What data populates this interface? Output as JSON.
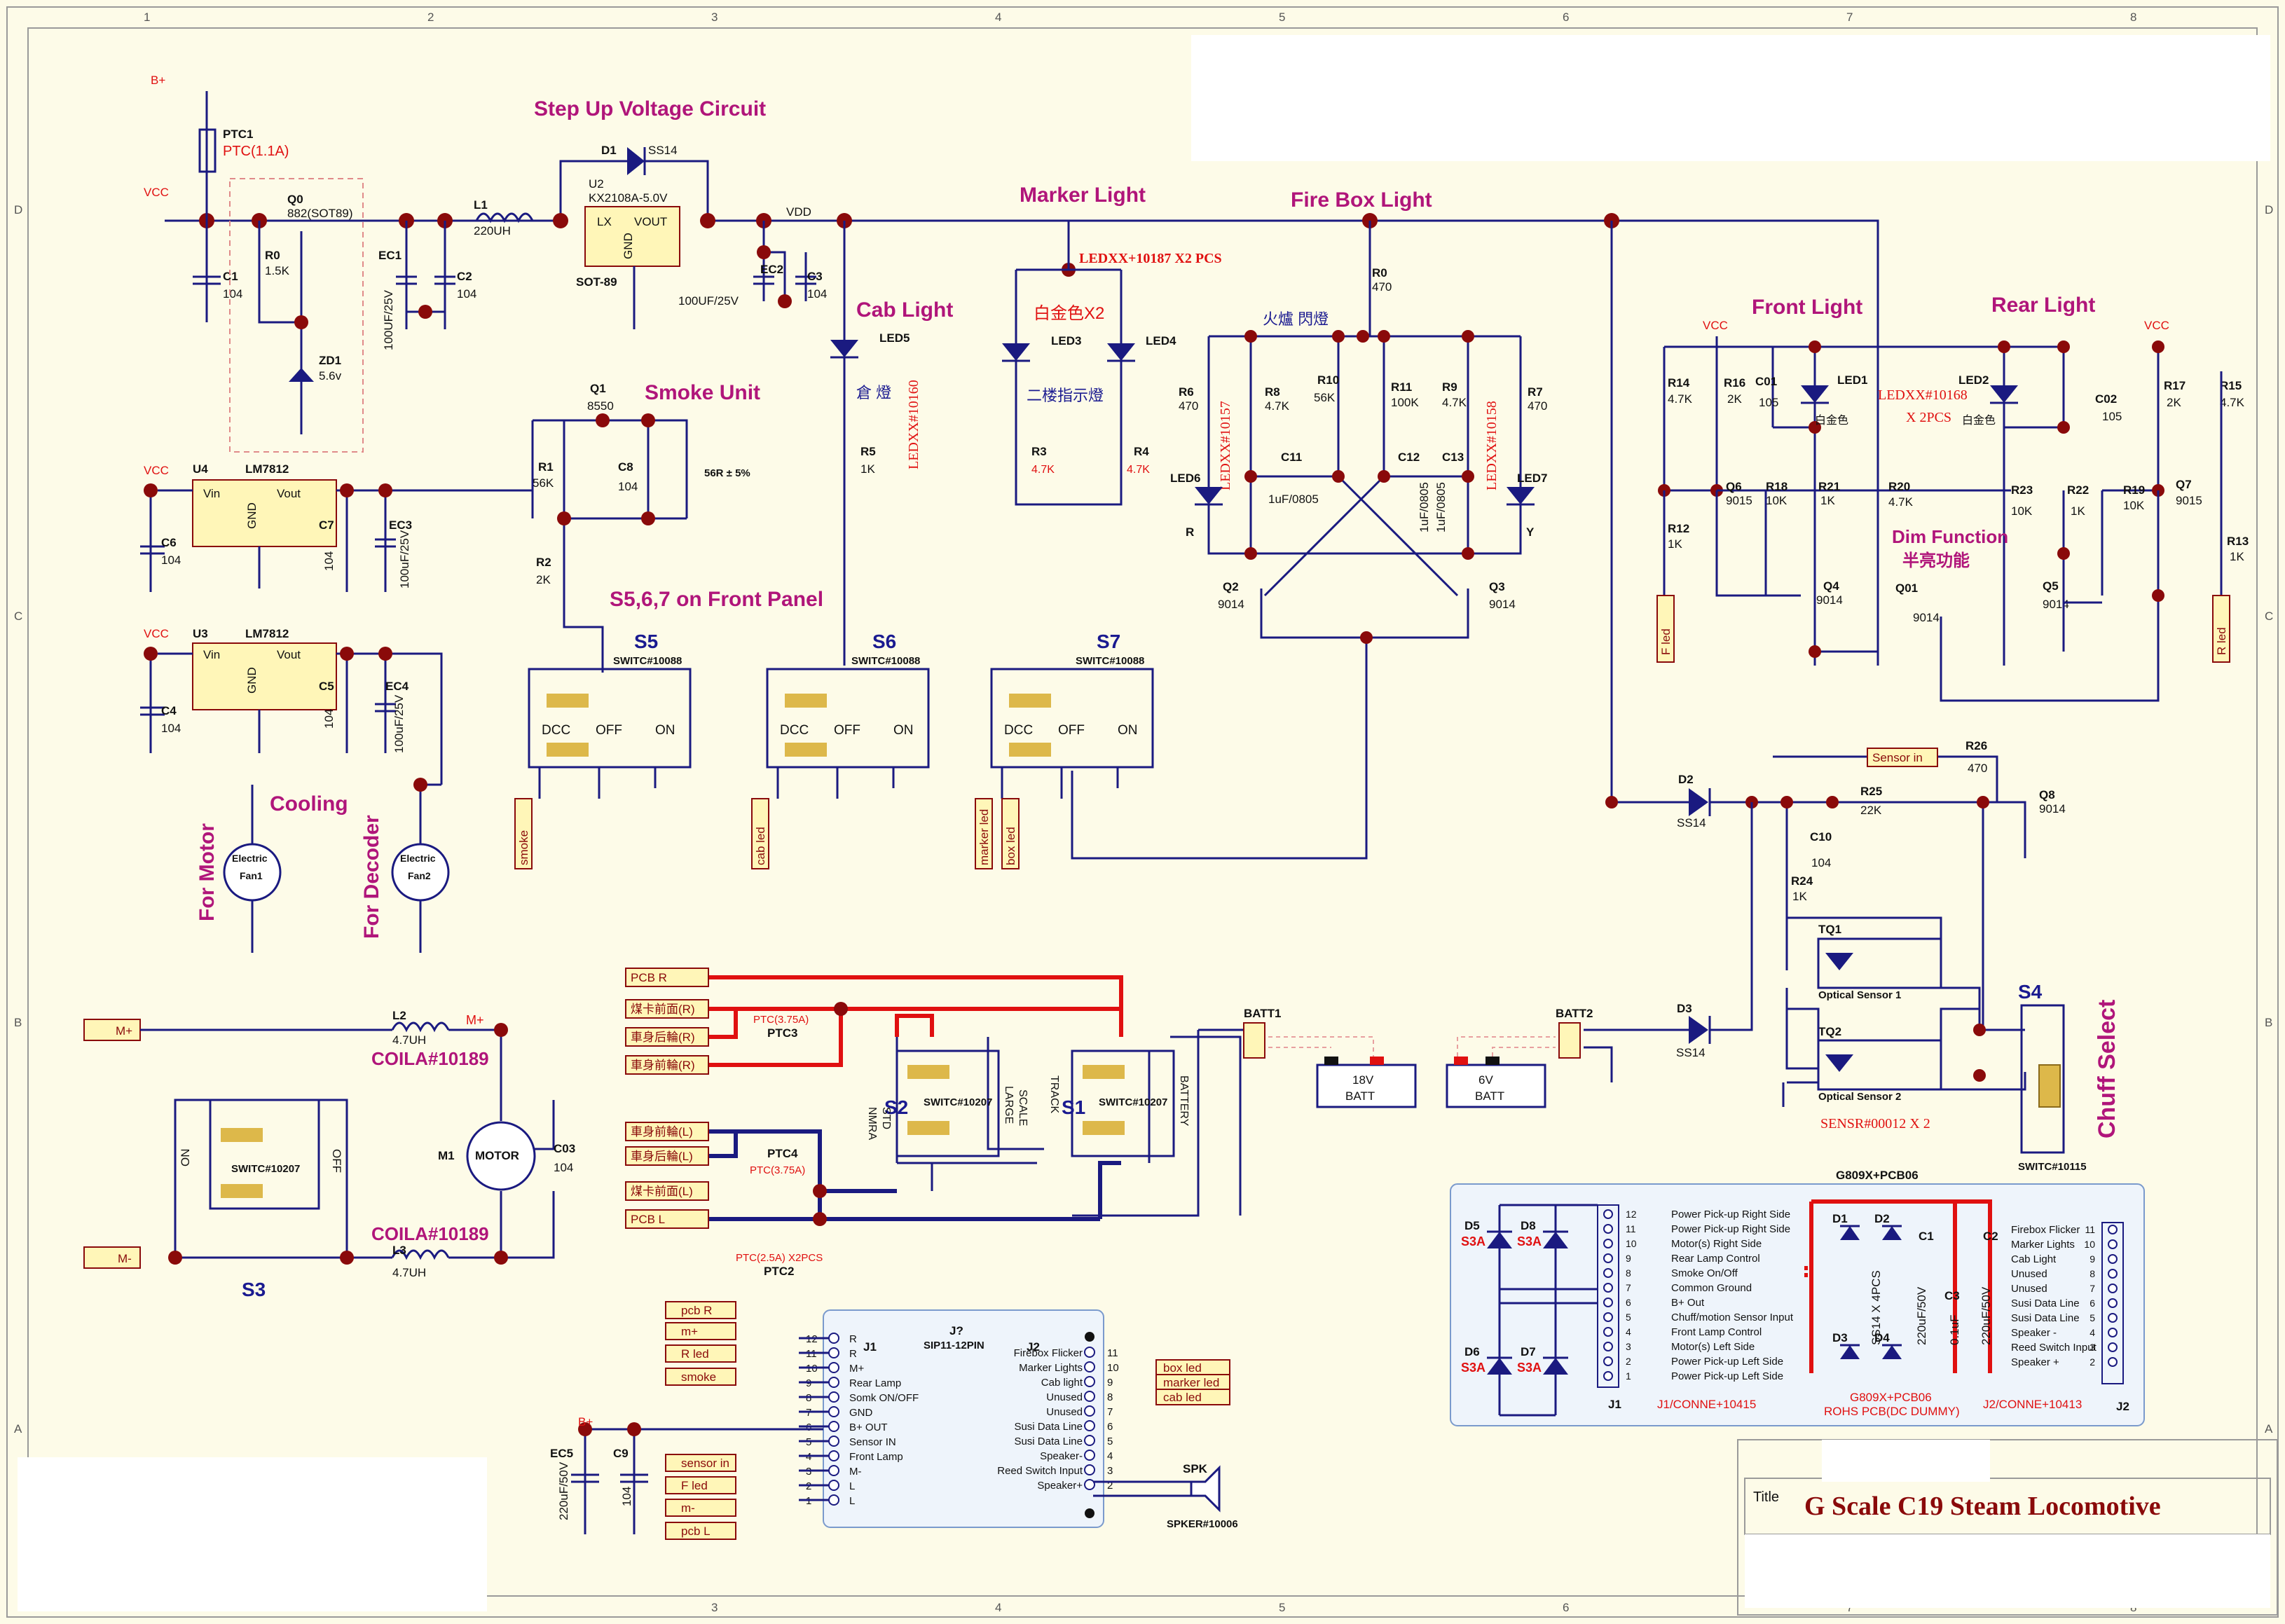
{
  "border": {
    "cols": [
      "1",
      "2",
      "3",
      "4",
      "5",
      "6",
      "7",
      "8"
    ],
    "rows": [
      "D",
      "C",
      "B",
      "A"
    ]
  },
  "sections": {
    "step_up": "Step Up Voltage Circuit",
    "marker": "Marker Light",
    "firebox": "Fire Box Light",
    "cab": "Cab Light",
    "smoke": "Smoke Unit",
    "front": "Front Light",
    "rear": "Rear Light",
    "panel": "S5,6,7 on Front Panel",
    "cooling": "Cooling",
    "for_motor": "For Motor",
    "for_decoder": "For Decoder",
    "dim": "Dim Function",
    "dim_cn": "半亮功能",
    "chuff": "Chuff Select"
  },
  "parts": {
    "bplus": "B+",
    "ptc1": "PTC1",
    "ptc1v": "PTC(1.1A)",
    "vcc": "VCC",
    "q0": "Q0",
    "q0v": "882(SOT89)",
    "r0": "R0",
    "r0v": "1.5K",
    "zd1": "ZD1",
    "zd1v": "5.6v",
    "c1": "C1",
    "c1v": "104",
    "ec1": "EC1",
    "ec1v": "100UF/25V",
    "c2": "C2",
    "c2v": "104",
    "l1": "L1",
    "l1v": "220UH",
    "d1": "D1",
    "d1v": "SS14",
    "u2": "U2",
    "u2v": "KX2108A-5.0V",
    "lx": "LX",
    "vout": "VOUT",
    "gnd": "GND",
    "sot": "SOT-89",
    "vdd": "VDD",
    "ec2": "EC2",
    "ec2v": "100UF/25V",
    "c3": "C3",
    "c3v": "104",
    "led5": "LED5",
    "cab_cn": "倉 燈",
    "r5": "R5",
    "r5v": "1K",
    "cab_part": "LEDXX#10160",
    "marker_part": "LEDXX+10187 X2 PCS",
    "marker_cn": "白金色X2",
    "led3": "LED3",
    "led4": "LED4",
    "marker_cn2": "二楼指示燈",
    "r3": "R3",
    "r3v": "4.7K",
    "r4": "R4",
    "r4v": "4.7K",
    "fire_cn": "火爐 閃燈",
    "rr0": "R0",
    "rr0v": "470",
    "r6": "R6",
    "r6v": "470",
    "r8": "R8",
    "r8v": "4.7K",
    "r10": "R10",
    "r10v": "56K",
    "r11": "R11",
    "r11v": "100K",
    "r9": "R9",
    "r9v": "4.7K",
    "r7": "R7",
    "r7v": "470",
    "fire_part1": "LEDXX#10157",
    "fire_part2": "LEDXX#10158",
    "led6": "LED6",
    "led7": "LED7",
    "c11": "C11",
    "c11v": "1uF/0805",
    "c12": "C12",
    "c13": "C13",
    "c1213v": "1uF/0805",
    "q2": "Q2",
    "q2v": "9014",
    "q3": "Q3",
    "q3v": "9014",
    "ledR": "R",
    "ledY": "Y",
    "u4": "U4",
    "lm7812a": "LM7812",
    "vin": "Vin",
    "vout2": "Vout",
    "c6": "C6",
    "c6v": "104",
    "c7": "C7",
    "c7v": "104",
    "ec3": "EC3",
    "ec3v": "100uF/25V",
    "u3": "U3",
    "lm7812b": "LM7812",
    "c4": "C4",
    "c4v": "104",
    "c5": "C5",
    "c5v": "104",
    "ec4": "EC4",
    "ec4v": "100uF/25V",
    "q1": "Q1",
    "q1v": "8550",
    "r1": "R1",
    "r1v": "56K",
    "c8": "C8",
    "c8v": "104",
    "r56": "56R ± 5%",
    "r2": "R2",
    "r2v": "2K",
    "s5": "S5",
    "s6": "S6",
    "s7": "S7",
    "switc10088": "SWITC#10088",
    "dcc": "DCC",
    "off": "OFF",
    "on": "ON",
    "smoke_tag": "smoke",
    "cab_tag": "cab led",
    "marker_tag": "marker led",
    "box_tag": "box led",
    "fan": "Electric",
    "fan1": "Fan1",
    "fan2": "Fan2",
    "r14": "R14",
    "r14v": "4.7K",
    "r16": "R16",
    "r16v": "2K",
    "c01": "C01",
    "c01v": "105",
    "led1": "LED1",
    "white_cn": "白金色",
    "front_part": "LEDXX#10168",
    "front_qty": "X 2PCS",
    "led2": "LED2",
    "c02": "C02",
    "c02v": "105",
    "r17": "R17",
    "r17v": "2K",
    "r15": "R15",
    "r15v": "4.7K",
    "r12": "R12",
    "r12v": "1K",
    "q6": "Q6",
    "q6v": "9015",
    "r18": "R18",
    "r18v": "10K",
    "r21": "R21",
    "r21v": "1K",
    "r20": "R20",
    "r20v": "4.7K",
    "r23": "R23",
    "r23v": "10K",
    "r22": "R22",
    "r22v": "1K",
    "r19": "R19",
    "r19v": "10K",
    "q7": "Q7",
    "q7v": "9015",
    "r13": "R13",
    "r13v": "1K",
    "q4": "Q4",
    "q4v": "9014",
    "q01": "Q01",
    "q01v": "9014",
    "q5": "Q5",
    "q5v": "9014",
    "fled": "F led",
    "rled": "R led",
    "sensor_in": "Sensor in",
    "r26": "R26",
    "r26v": "470",
    "q8": "Q8",
    "q8v": "9014",
    "d2": "D2",
    "d2v": "SS14",
    "r25": "R25",
    "r25v": "22K",
    "c10": "C10",
    "c10v": "104",
    "r24": "R24",
    "r24v": "1K",
    "tq1": "TQ1",
    "tq2": "TQ2",
    "opt1": "Optical Sensor 1",
    "opt2": "Optical Sensor 2",
    "sensr": "SENSR#00012 X 2",
    "s4": "S4",
    "switc10115": "SWITC#10115",
    "batt1": "BATT1",
    "batt2": "BATT2",
    "b18": "18V",
    "b6": "6V",
    "batt": "BATT",
    "d3": "D3",
    "d3v": "SS14",
    "pcbr": "PCB R",
    "pcbl": "PCB L",
    "r_cn1": "煤卡前面(R)",
    "r_cn2": "車身后輪(R)",
    "r_cn3": "車身前輪(R)",
    "l_cn1": "車身前輪(L)",
    "l_cn2": "車身后輪(L)",
    "l_cn3": "煤卡前面(L)",
    "ptc3": "PTC3",
    "ptc375": "PTC(3.75A)",
    "ptc4": "PTC4",
    "ptc375b": "PTC(3.75A)",
    "ptc2": "PTC2",
    "ptc25": "PTC(2.5A) X2PCS",
    "s2": "S2",
    "s1": "S1",
    "switc10207": "SWITC#10207",
    "nmra": "NMRA",
    "std": "STD",
    "large": "LARGE",
    "scale": "SCALE",
    "track": "TRACK",
    "battery": "BATTERY",
    "mplus": "M+",
    "mminus": "M-",
    "l2": "L2",
    "l2v": "4.7UH",
    "l3": "L3",
    "l3v": "4.7UH",
    "coila1": "COILA#10189",
    "coila2": "COILA#10189",
    "m1": "M1",
    "motor": "MOTOR",
    "c03": "C03",
    "c03v": "104",
    "s3": "S3",
    "on2": "ON",
    "off2": "OFF",
    "j1": "J1",
    "jq": "J?",
    "sip": "SIP11-12PIN",
    "j2": "J2",
    "ec5": "EC5",
    "ec5v": "220uF/50V",
    "c9": "C9",
    "c9v": "104",
    "spk": "SPK",
    "spker": "SPKER#10006",
    "g809": "G809X+PCB06",
    "d5": "D5",
    "d6": "D6",
    "d7": "D7",
    "d8": "D8",
    "s3a": "S3A",
    "dd1": "D1",
    "dd2": "D2",
    "dd3": "D3",
    "dd4": "D4",
    "ss14x4": "SS14 X 4PCS",
    "cc1": "C1",
    "cc2": "C2",
    "cc3": "C3",
    "cc1v": "220uF/50V",
    "cc2v": "220uF/50V",
    "cc3v": "0.1uF",
    "j1conn": "J1/CONNE+10415",
    "j2conn": "J2/CONNE+10413",
    "rohs": "ROHS PCB(DC DUMMY)",
    "j1b": "J1",
    "j2b": "J2"
  },
  "jtags_left": [
    "pcb R",
    "m+",
    "R led",
    "smoke",
    "sensor in",
    "F led",
    "m-",
    "pcb L"
  ],
  "j1_pins": [
    {
      "n": "12",
      "l": "R"
    },
    {
      "n": "11",
      "l": "R"
    },
    {
      "n": "10",
      "l": "M+"
    },
    {
      "n": "9",
      "l": "Rear Lamp"
    },
    {
      "n": "8",
      "l": "Somk ON/OFF"
    },
    {
      "n": "7",
      "l": "GND"
    },
    {
      "n": "6",
      "l": "B+ OUT"
    },
    {
      "n": "5",
      "l": "Sensor IN"
    },
    {
      "n": "4",
      "l": "Front Lamp"
    },
    {
      "n": "3",
      "l": "M-"
    },
    {
      "n": "2",
      "l": "L"
    },
    {
      "n": "1",
      "l": "L"
    }
  ],
  "j2_pins": [
    {
      "n": "11",
      "l": "Firebox Flicker"
    },
    {
      "n": "10",
      "l": "Marker Lights"
    },
    {
      "n": "9",
      "l": "Cab light"
    },
    {
      "n": "8",
      "l": "Unused"
    },
    {
      "n": "7",
      "l": "Unused"
    },
    {
      "n": "6",
      "l": "Susi Data Line"
    },
    {
      "n": "5",
      "l": "Susi Data Line"
    },
    {
      "n": "4",
      "l": "Speaker-"
    },
    {
      "n": "3",
      "l": "Reed Switch Input"
    },
    {
      "n": "2",
      "l": "Speaker+"
    }
  ],
  "jtags_right": [
    "box led",
    "marker led",
    "cab led"
  ],
  "pcb_left": [
    {
      "n": "12",
      "l": "Power Pick-up Right Side"
    },
    {
      "n": "11",
      "l": "Power Pick-up Right Side"
    },
    {
      "n": "10",
      "l": "Motor(s) Right Side"
    },
    {
      "n": "9",
      "l": "Rear Lamp Control"
    },
    {
      "n": "8",
      "l": "Smoke On/Off"
    },
    {
      "n": "7",
      "l": "Common Ground"
    },
    {
      "n": "6",
      "l": "B+ Out"
    },
    {
      "n": "5",
      "l": "Chuff/motion Sensor Input"
    },
    {
      "n": "4",
      "l": "Front Lamp Control"
    },
    {
      "n": "3",
      "l": "Motor(s) Left Side"
    },
    {
      "n": "2",
      "l": "Power Pick-up Left Side"
    },
    {
      "n": "1",
      "l": "Power Pick-up Left Side"
    }
  ],
  "pcb_right": [
    {
      "n": "11",
      "l": "Firebox Flicker"
    },
    {
      "n": "10",
      "l": "Marker Lights"
    },
    {
      "n": "9",
      "l": "Cab Light"
    },
    {
      "n": "8",
      "l": "Unused"
    },
    {
      "n": "7",
      "l": "Unused"
    },
    {
      "n": "6",
      "l": "Susi Data Line"
    },
    {
      "n": "5",
      "l": "Susi Data Line"
    },
    {
      "n": "4",
      "l": "Speaker -"
    },
    {
      "n": "3",
      "l": "Reed Switch Input"
    },
    {
      "n": "2",
      "l": "Speaker +"
    }
  ],
  "title_block": {
    "label": "Title",
    "title": "G Scale C19 Steam Locomotive"
  }
}
